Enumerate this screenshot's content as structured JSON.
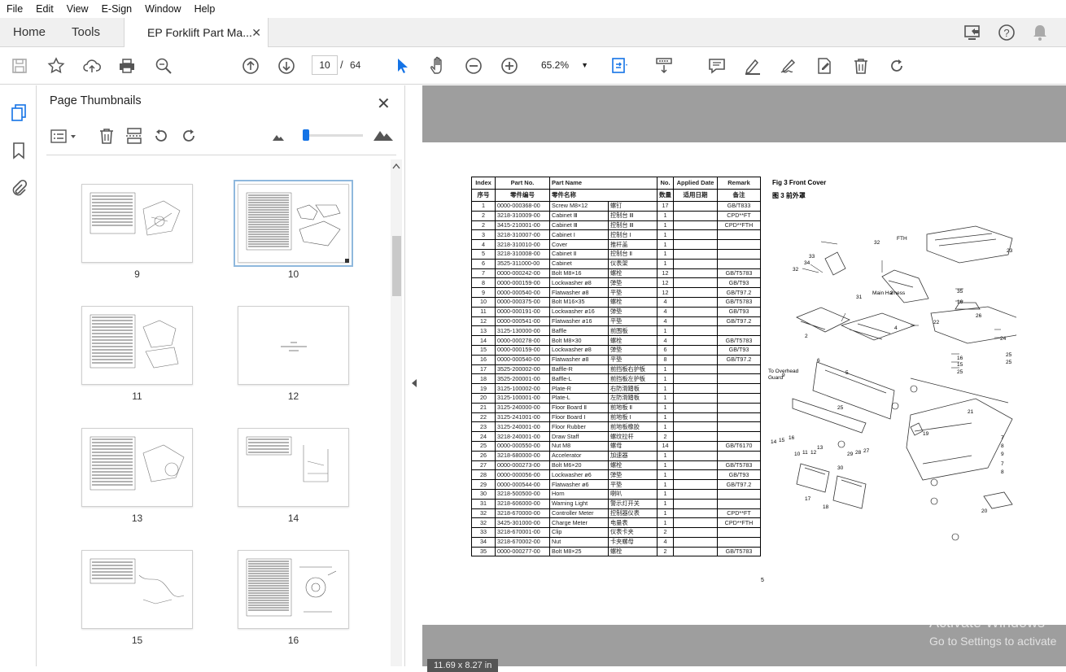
{
  "menu": [
    "File",
    "Edit",
    "View",
    "E-Sign",
    "Window",
    "Help"
  ],
  "tabs": {
    "home": "Home",
    "tools": "Tools",
    "document": "EP Forklift Part Ma...",
    "close": "✕"
  },
  "toolbar": {
    "page_current": "10",
    "page_sep": "/",
    "page_total": "64",
    "zoom": "65.2%",
    "zoom_arrow": "▼"
  },
  "panel": {
    "title": "Page Thumbnails",
    "close": "✕"
  },
  "thumbnails": [
    {
      "label": "9"
    },
    {
      "label": "10",
      "selected": true
    },
    {
      "label": "11"
    },
    {
      "label": "12"
    },
    {
      "label": "13"
    },
    {
      "label": "14"
    },
    {
      "label": "15"
    },
    {
      "label": "16"
    }
  ],
  "doc": {
    "headers": [
      "Index",
      "Part No.",
      "Part Name",
      "No.",
      "Applied Date",
      "Remark"
    ],
    "headers_cn": [
      "序号",
      "零件编号",
      "零件名称",
      "数量",
      "适用日期",
      "备注"
    ],
    "rows": [
      [
        "1",
        "0000-000368-00",
        "Screw M8×12",
        "螺钉",
        "17",
        "GB/T833"
      ],
      [
        "2",
        "3218-310009-00",
        "Cabinet Ⅲ",
        "控制台 Ⅲ",
        "1",
        "CPD**FT"
      ],
      [
        "2",
        "3415-210001-00",
        "Cabinet Ⅲ",
        "控制台 Ⅲ",
        "1",
        "CPD**FTH"
      ],
      [
        "3",
        "3218-310007-00",
        "Cabinet Ⅰ",
        "控制台 Ⅰ",
        "1",
        ""
      ],
      [
        "4",
        "3218-310010-00",
        "Cover",
        "推杆盖",
        "1",
        ""
      ],
      [
        "5",
        "3218-310008-00",
        "Cabinet Ⅱ",
        "控制台 Ⅱ",
        "1",
        ""
      ],
      [
        "6",
        "3525-311000-00",
        "Cabinet",
        "仪表架",
        "1",
        ""
      ],
      [
        "7",
        "0000-000242-00",
        "Bolt M8×16",
        "螺栓",
        "12",
        "GB/T5783"
      ],
      [
        "8",
        "0000-000159-00",
        "Lockwasher ø8",
        "弹垫",
        "12",
        "GB/T93"
      ],
      [
        "9",
        "0000-000540-00",
        "Flatwasher ø8",
        "平垫",
        "12",
        "GB/T97.2"
      ],
      [
        "10",
        "0000-000375-00",
        "Bolt M16×35",
        "螺栓",
        "4",
        "GB/T5783"
      ],
      [
        "11",
        "0000-000191-00",
        "Lockwasher ø16",
        "弹垫",
        "4",
        "GB/T93"
      ],
      [
        "12",
        "0000-000541-00",
        "Flatwasher ø16",
        "平垫",
        "4",
        "GB/T97.2"
      ],
      [
        "13",
        "3125-130000-00",
        "Baffle",
        "前围板",
        "1",
        ""
      ],
      [
        "14",
        "0000-000278-00",
        "Bolt M8×30",
        "螺栓",
        "4",
        "GB/T5783"
      ],
      [
        "15",
        "0000-000159-00",
        "Lockwasher ø8",
        "弹垫",
        "6",
        "GB/T93"
      ],
      [
        "16",
        "0000-000540-00",
        "Flatwasher ø8",
        "平垫",
        "8",
        "GB/T97.2"
      ],
      [
        "17",
        "3525-200002-00",
        "Baffle-R",
        "前挡板右护板",
        "1",
        ""
      ],
      [
        "18",
        "3525-200001-00",
        "Baffle-L",
        "前挡板左护板",
        "1",
        ""
      ],
      [
        "19",
        "3125-100002-00",
        "Plate-R",
        "右防滑踏板",
        "1",
        ""
      ],
      [
        "20",
        "3125-100001-00",
        "Plate-L",
        "左防滑踏板",
        "1",
        ""
      ],
      [
        "21",
        "3125-240000-00",
        "Floor Board Ⅱ",
        "前地板 Ⅱ",
        "1",
        ""
      ],
      [
        "22",
        "3125-241001-00",
        "Floor Board Ⅰ",
        "前地板 Ⅰ",
        "1",
        ""
      ],
      [
        "23",
        "3125-240001-00",
        "Floor Rubber",
        "前地板橡胶",
        "1",
        ""
      ],
      [
        "24",
        "3218-240001-00",
        "Draw Staff",
        "螺纹拉杆",
        "2",
        ""
      ],
      [
        "25",
        "0000-000550-00",
        "Nut M8",
        "螺母",
        "14",
        "GB/T6170"
      ],
      [
        "26",
        "3218-680000-00",
        "Accelerator",
        "加速器",
        "1",
        ""
      ],
      [
        "27",
        "0000-000273-00",
        "Bolt M6×20",
        "螺栓",
        "1",
        "GB/T5783"
      ],
      [
        "28",
        "0000-000056-00",
        "Lockwasher ø6",
        "弹垫",
        "1",
        "GB/T93"
      ],
      [
        "29",
        "0000-000544-00",
        "Flatwasher ø6",
        "平垫",
        "1",
        "GB/T97.2"
      ],
      [
        "30",
        "3218-500500-00",
        "Horn",
        "喇叭",
        "1",
        ""
      ],
      [
        "31",
        "3218-606000-00",
        "Warning Light",
        "警示灯开关",
        "1",
        ""
      ],
      [
        "32",
        "3218-670000-00",
        "Controller Meter",
        "控制器仪表",
        "1",
        "CPD**FT"
      ],
      [
        "32",
        "3425-301000-00",
        "Charge Meter",
        "电量表",
        "1",
        "CPD**FTH"
      ],
      [
        "33",
        "3218-670001-00",
        "Clip",
        "仪表卡夹",
        "2",
        ""
      ],
      [
        "34",
        "3218-670002-00",
        "Nut",
        "卡夹螺母",
        "4",
        ""
      ],
      [
        "35",
        "0000-000277-00",
        "Bolt M8×25",
        "螺栓",
        "2",
        "GB/T5783"
      ]
    ],
    "fig_title": "Fig 3 Front Cover",
    "fig_subtitle": "图 3 前外罩",
    "page_number": "5",
    "labels": {
      "fth": "FTH",
      "main_harness": "Main Harness",
      "overhead": "To Overhead",
      "guard": "Guard"
    }
  },
  "status": {
    "page_size": "11.69 x 8.27 in"
  },
  "watermark": {
    "line1": "Activate Windows",
    "line2": "Go to Settings to activate"
  }
}
